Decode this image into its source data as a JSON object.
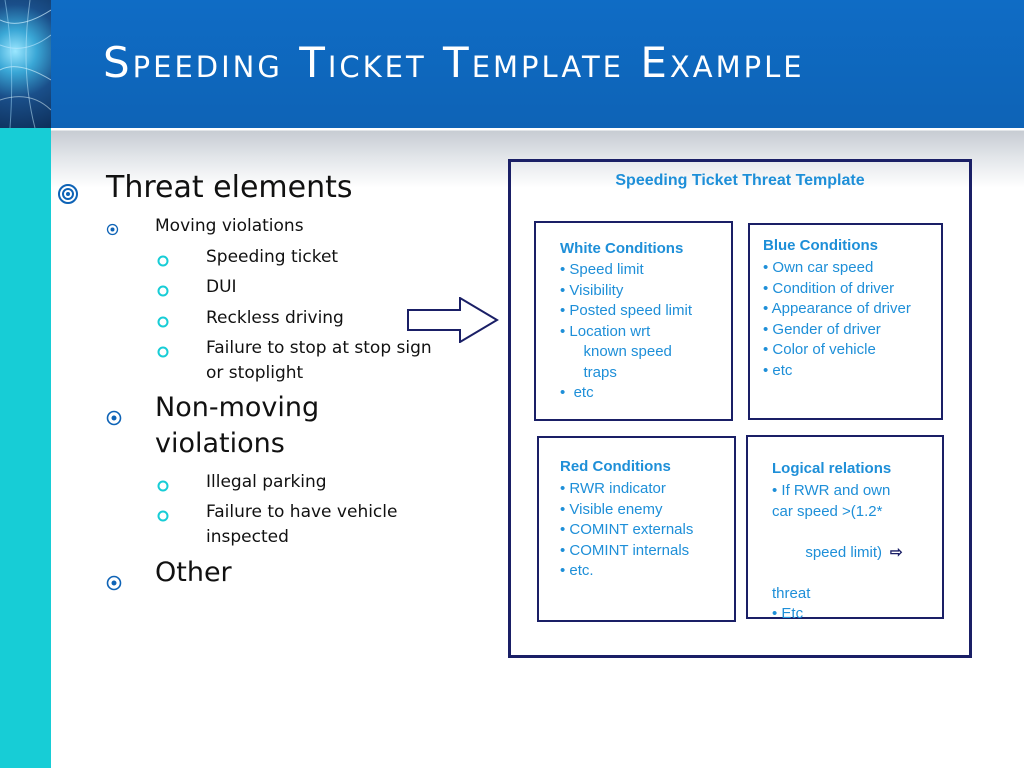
{
  "title": "Speeding Ticket Template Example",
  "bullets": {
    "l1_threat": "Threat elements",
    "l2_moving": "Moving violations",
    "l3_speeding": "Speeding ticket",
    "l3_dui": "DUI",
    "l3_reckless": "Reckless driving",
    "l3_failure_stop_1": "Failure to stop at stop sign",
    "l3_failure_stop_2": "or stoplight",
    "l2_nonmoving_1": "Non-moving",
    "l2_nonmoving_2": "violations",
    "l3_parking": "Illegal parking",
    "l3_inspect_1": "Failure to have vehicle",
    "l3_inspect_2": "inspected",
    "l2_other": "Other"
  },
  "diagram": {
    "title": "Speeding Ticket Threat Template",
    "white": {
      "title": "White Conditions",
      "items": [
        "• Speed limit",
        "• Visibility",
        "• Posted speed limit",
        "• Location wrt",
        "   known speed",
        "   traps",
        "•  etc"
      ]
    },
    "blue": {
      "title": "Blue Conditions",
      "items": [
        "• Own car speed",
        "• Condition of driver",
        "• Appearance of driver",
        "• Gender of driver",
        "• Color of vehicle",
        "• etc"
      ]
    },
    "red": {
      "title": "Red Conditions",
      "items": [
        "• RWR indicator",
        "• Visible enemy",
        "• COMINT externals",
        "• COMINT internals",
        "• etc."
      ]
    },
    "logical": {
      "title": "Logical relations",
      "items": [
        "• If RWR and own",
        "car speed >(1.2*",
        "speed limit)",
        "threat",
        "• Etc"
      ],
      "arrow_symbol": "⇨"
    }
  },
  "colors": {
    "title_bar": "#0f6cc5",
    "side_strip": "#17cdd6",
    "diagram_text": "#1e8fd8",
    "diagram_border": "#1a1f66"
  }
}
